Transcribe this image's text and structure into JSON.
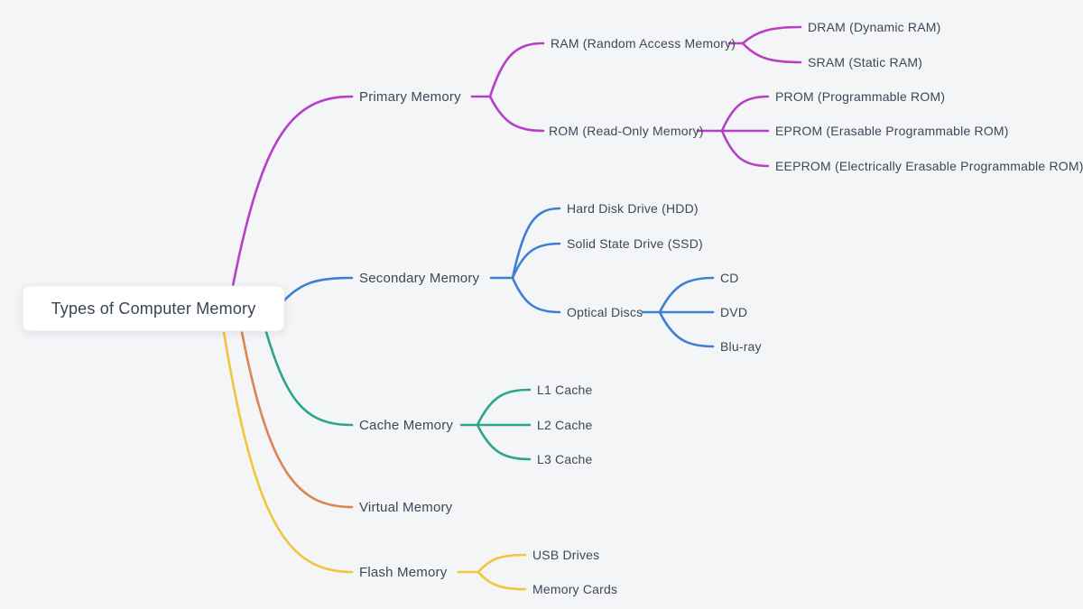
{
  "background_color": "#f4f5f7",
  "text_color": "#3d4757",
  "mindmap": {
    "root": {
      "label": "Types of Computer Memory"
    },
    "primary": {
      "label": "Primary Memory",
      "color": "#b73fc6",
      "ram": {
        "label": "RAM (Random Access Memory)",
        "dram": {
          "label": "DRAM (Dynamic RAM)"
        },
        "sram": {
          "label": "SRAM (Static RAM)"
        }
      },
      "rom": {
        "label": "ROM (Read-Only Memory)",
        "prom": {
          "label": "PROM (Programmable ROM)"
        },
        "eprom": {
          "label": "EPROM (Erasable Programmable ROM)"
        },
        "eeprom": {
          "label": "EEPROM (Electrically Erasable Programmable ROM)"
        }
      }
    },
    "secondary": {
      "label": "Secondary Memory",
      "color": "#3e7fd2",
      "hdd": {
        "label": "Hard Disk Drive (HDD)"
      },
      "ssd": {
        "label": "Solid State Drive (SSD)"
      },
      "optical": {
        "label": "Optical Discs",
        "cd": {
          "label": "CD"
        },
        "dvd": {
          "label": "DVD"
        },
        "bluray": {
          "label": "Blu-ray"
        }
      }
    },
    "cache": {
      "label": "Cache Memory",
      "color": "#2aa68c",
      "l1": {
        "label": "L1 Cache"
      },
      "l2": {
        "label": "L2 Cache"
      },
      "l3": {
        "label": "L3 Cache"
      }
    },
    "virtual": {
      "label": "Virtual Memory",
      "color": "#d98650"
    },
    "flash": {
      "label": "Flash Memory",
      "color": "#f0c63c",
      "usb": {
        "label": "USB Drives"
      },
      "cards": {
        "label": "Memory Cards"
      }
    }
  }
}
